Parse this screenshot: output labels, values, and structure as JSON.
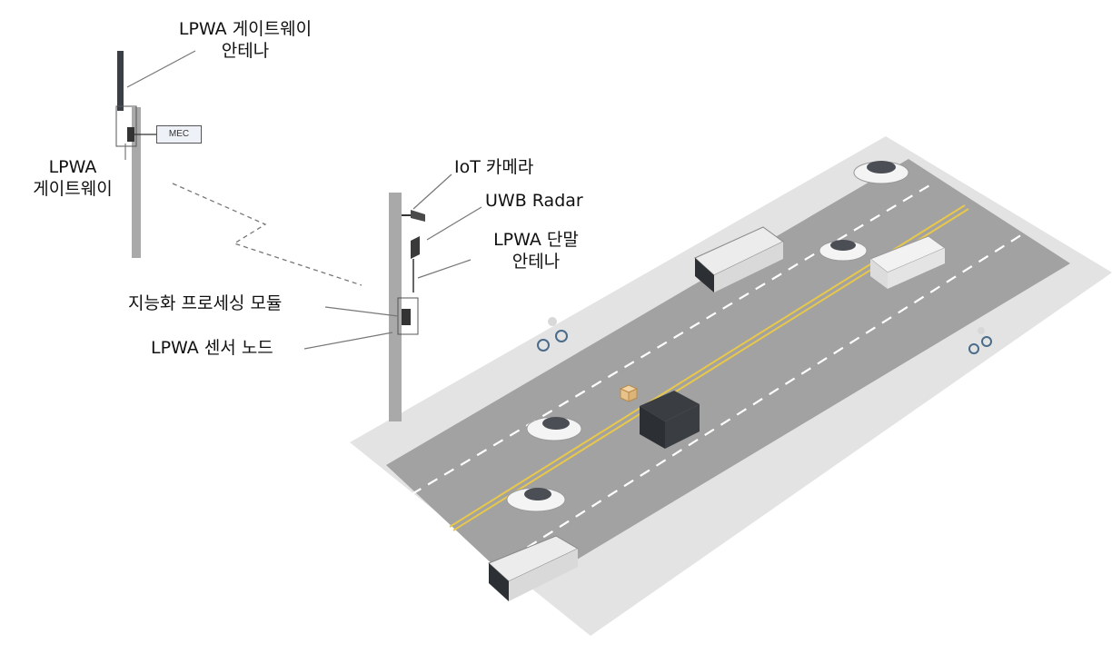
{
  "labels": {
    "gw_antenna_line1": "LPWA 게이트웨이",
    "gw_antenna_line2": "안테나",
    "gateway_line1": "LPWA",
    "gateway_line2": "게이트웨이",
    "mec": "MEC",
    "iot_camera": "IoT 카메라",
    "uwb_radar": "UWB Radar",
    "terminal_antenna_line1": "LPWA 단말",
    "terminal_antenna_line2": "안테나",
    "processing_module": "지능화 프로세싱 모듈",
    "sensor_node": "LPWA 센서 노드"
  },
  "colors": {
    "road": "#9b9b9b",
    "sidewalk": "#e3e3e3",
    "lane_dash": "#ffffff",
    "center_line": "#e8c84a",
    "pole": "#a9a9a9",
    "vehicle_white": "#f4f4f4",
    "vehicle_dark": "#2c2f33"
  }
}
